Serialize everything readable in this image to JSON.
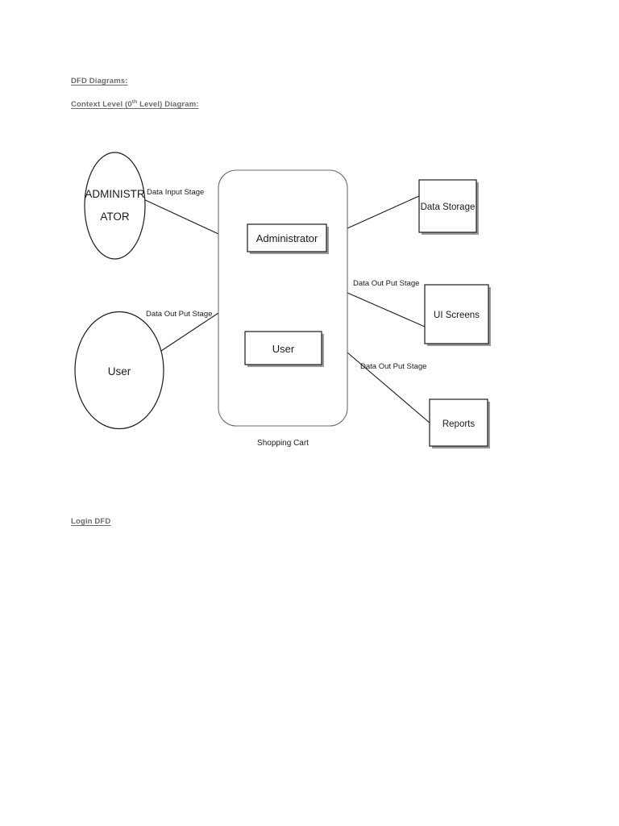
{
  "document": {
    "headings": {
      "dfd": "DFD Diagrams:",
      "context_prefix": "Context Level (0",
      "context_sup": "th",
      "context_suffix": " Level) Diagram:",
      "login": "Login DFD"
    }
  },
  "diagram": {
    "title": "Context Level (0th Level) Diagram",
    "type": "data-flow-diagram",
    "external_entities": [
      {
        "id": "administrator-entity",
        "label_line1": "ADMINISTR",
        "label_line2": "ATOR",
        "shape": "ellipse"
      },
      {
        "id": "user-entity",
        "label_line1": "User",
        "label_line2": "",
        "shape": "ellipse"
      }
    ],
    "system": {
      "id": "shopping-cart-system",
      "caption": "Shopping Cart",
      "shape": "rounded-rectangle",
      "processes": [
        {
          "id": "administrator-process",
          "label": "Administrator"
        },
        {
          "id": "user-process",
          "label": "User"
        }
      ]
    },
    "data_stores": [
      {
        "id": "data-storage-store",
        "label": "Data Storage"
      },
      {
        "id": "ui-screens-store",
        "label": "UI Screens"
      },
      {
        "id": "reports-store",
        "label": "Reports"
      }
    ],
    "flows": [
      {
        "id": "flow-admin-input",
        "label": "Data Input Stage",
        "from": "administrator-entity",
        "to": "shopping-cart-system"
      },
      {
        "id": "flow-user-output",
        "label": "Data Out Put Stage",
        "from": "user-entity",
        "to": "shopping-cart-system"
      },
      {
        "id": "flow-data-storage",
        "label": "",
        "from": "shopping-cart-system",
        "to": "data-storage-store"
      },
      {
        "id": "flow-ui-screens",
        "label": "Data Out Put Stage",
        "from": "shopping-cart-system",
        "to": "ui-screens-store"
      },
      {
        "id": "flow-reports",
        "label": "Data Out Put Stage",
        "from": "shopping-cart-system",
        "to": "reports-store"
      }
    ],
    "colors": {
      "stroke": "#1a1a1a",
      "shadow": "#9a9a9a",
      "fill": "#ffffff",
      "heading": "#6b6b6b"
    }
  }
}
